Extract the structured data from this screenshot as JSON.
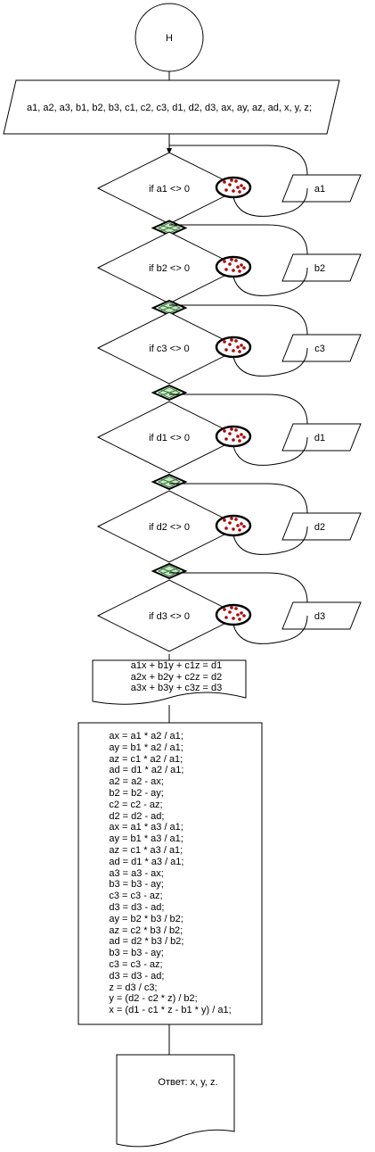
{
  "start": {
    "label": "Н"
  },
  "declaration": {
    "text": "a1, a2, a3, b1, b2, b3, c1, c2, c3, d1, d2, d3, ax, ay, az, ad, x, y, z;"
  },
  "conditions": [
    {
      "text": "if a1 <> 0",
      "input": "a1"
    },
    {
      "text": "if b2 <> 0",
      "input": "b2"
    },
    {
      "text": "if c3 <> 0",
      "input": "c3"
    },
    {
      "text": "if d1 <> 0",
      "input": "d1"
    },
    {
      "text": "if d2 <> 0",
      "input": "d2"
    },
    {
      "text": "if d3 <> 0",
      "input": "d3"
    }
  ],
  "system": {
    "lines": [
      "a1x + b1y + c1z = d1",
      "a2x + b2y + c2z = d2",
      "a3x + b3y + c3z = d3"
    ]
  },
  "process": {
    "lines": [
      "ax = a1 * a2 / a1;",
      "ay = b1 * a2 / a1;",
      "az = c1 * a2 / a1;",
      "ad = d1 * a2 / a1;",
      "a2 = a2 - ax;",
      "b2 = b2 - ay;",
      "c2 = c2 - az;",
      "d2 = d2 - ad;",
      "ax = a1 * a3 / a1;",
      "ay = b1 * a3 / a1;",
      "az = c1 * a3 / a1;",
      "ad = d1 * a3 / a1;",
      "a3 = a3 - ax;",
      "b3 = b3 - ay;",
      "c3 = c3 - az;",
      "d3 = d3 - ad;",
      "ay = b2 * b3 / b2;",
      "az = c2 * b3 / b2;",
      "ad = d2 * b3 / b2;",
      "b3 = b3 - ay;",
      "c3 = c3 - az;",
      "d3 = d3 - ad;",
      "z = d3 / c3;",
      "y = (d2 - c2 * z) / b2;",
      "x = (d1 - c1 * z - b1 * y) / a1;"
    ]
  },
  "answer": {
    "text": "Ответ: x, y, z."
  }
}
